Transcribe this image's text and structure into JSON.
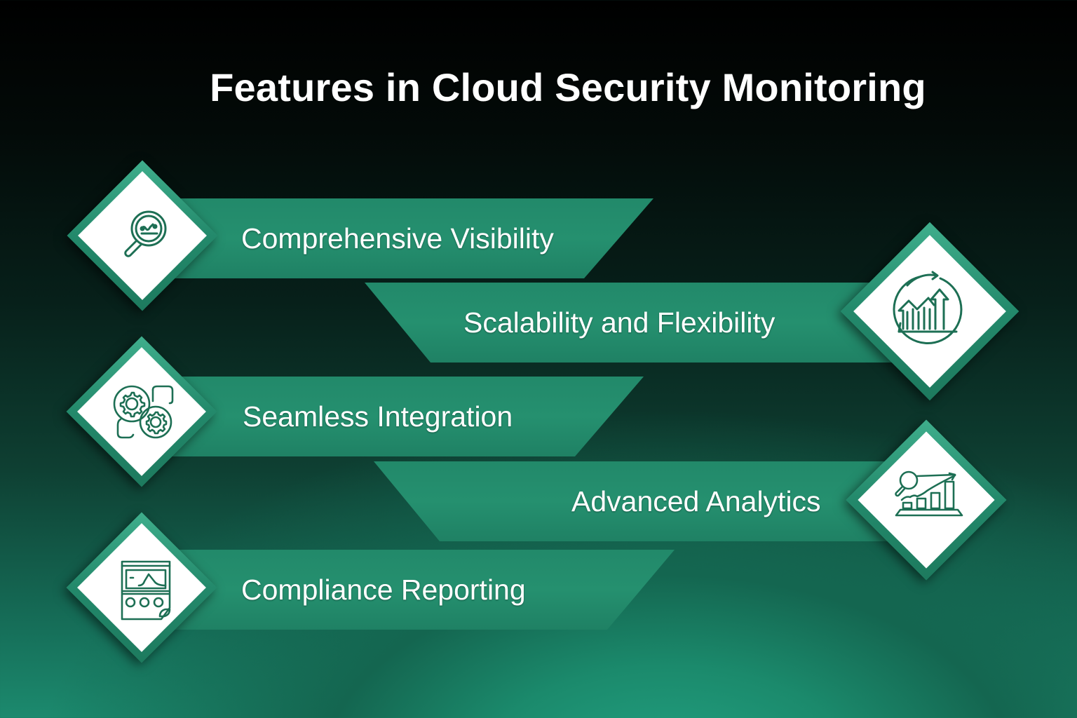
{
  "title": "Features in Cloud Security Monitoring",
  "colors": {
    "background_top": "#000000",
    "background_bottom": "#1c8a6e",
    "banner": "#25906f",
    "diamond_border": "#23896b",
    "diamond_fill": "#ffffff",
    "icon_stroke": "#1d6f54",
    "text": "#ffffff"
  },
  "features": [
    {
      "label": "Comprehensive Visibility",
      "icon": "magnifier-chart-icon",
      "side": "left"
    },
    {
      "label": "Scalability and Flexibility",
      "icon": "growth-chart-cycle-icon",
      "side": "right"
    },
    {
      "label": "Seamless Integration",
      "icon": "gears-icon",
      "side": "left"
    },
    {
      "label": "Advanced Analytics",
      "icon": "analytics-bar-chart-icon",
      "side": "right"
    },
    {
      "label": "Compliance Reporting",
      "icon": "report-document-icon",
      "side": "left"
    }
  ]
}
